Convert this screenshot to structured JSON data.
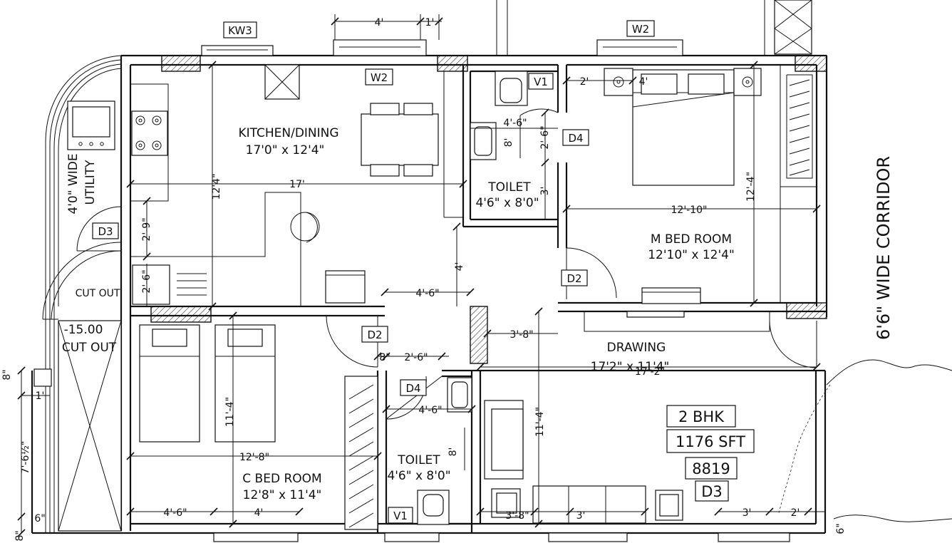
{
  "rooms": {
    "kitchen": {
      "name": "KITCHEN/DINING",
      "size": "17'0\" x 12'4\""
    },
    "toilet_top": {
      "name": "TOILET",
      "size": "4'6\" x 8'0\""
    },
    "master": {
      "name": "M BED ROOM",
      "size": "12'10\" x 12'4\""
    },
    "drawing": {
      "name": "DRAWING",
      "size": "17'2\" x 11'4\""
    },
    "child": {
      "name": "C BED ROOM",
      "size": "12'8\" x 11'4\""
    },
    "toilet_bottom": {
      "name": "TOILET",
      "size": "4'6\" x 8'0\""
    },
    "utility": {
      "line1": "4'0\" WIDE",
      "line2": "UTILITY"
    },
    "cutout_small": "CUT OUT",
    "cutout_big": {
      "line1": "-15.00",
      "line2": "CUT OUT"
    },
    "corridor": "6'6\" WIDE CORRIDOR"
  },
  "tags": {
    "kw3": "KW3",
    "w2_top": "W2",
    "w2_kitchen": "W2",
    "v1_top": "V1",
    "d4_top": "D4",
    "d3": "D3",
    "d2_master": "D2",
    "d2_child": "D2",
    "d4_bottom": "D4",
    "v1_bottom": "V1"
  },
  "summary": {
    "type": "2 BHK",
    "area": "1176 SFT",
    "code": "8819",
    "door": "D3"
  },
  "dimensions": {
    "d4ft_top": "4'",
    "d1ft_top": "1'",
    "d2ft_mbr": "2'",
    "d4ft_mbr": "4'",
    "k17": "17'",
    "k12_4": "12'4\"",
    "t4_6_top": "4'-6\"",
    "t8_top": "8'",
    "t2_6_top": "2'-6\"",
    "t3_top": "3'",
    "m12_10": "12'-10\"",
    "m12_4": "12'-4\"",
    "u2_9": "2'-9\"",
    "u2_6": "2'-6\"",
    "p4": "4'",
    "p4_6": "4'-6\"",
    "d3_8_top": "3'-8\"",
    "d17_2": "17'-2\"",
    "c11_4": "11'-4\"",
    "c12_8": "12'-8\"",
    "c4_6": "4'-6\"",
    "c4": "4'",
    "b8": "8\"",
    "b2_6": "2'-6\"",
    "b4_6": "4'-6\"",
    "b8ft": "8'",
    "dr11_4": "11'-4\"",
    "dr3_8": "3'-8\"",
    "dr3": "3'",
    "dr3b": "3'",
    "dr2": "2'",
    "l8a": "8\"",
    "l1": "1'",
    "l7_6": "7'-6½\"",
    "l6": "6\"",
    "l8b": "8\"",
    "r6": "6\""
  }
}
